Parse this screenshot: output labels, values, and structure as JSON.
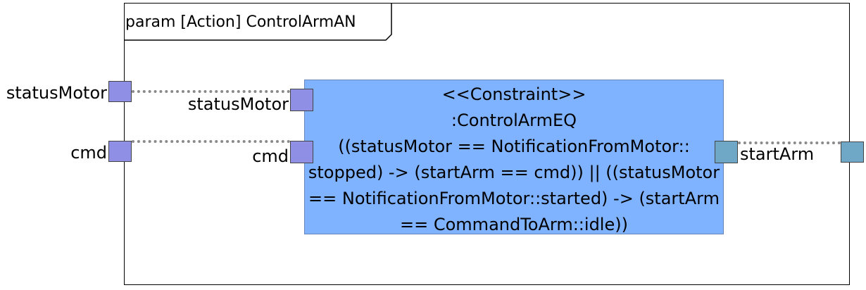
{
  "frame": {
    "title": "param [Action] ControlArmAN"
  },
  "outer_ports": {
    "status_motor": "statusMotor",
    "cmd": "cmd",
    "start_arm": ""
  },
  "block": {
    "stereotype": "<<Constraint>>",
    "name": ":ControlArmEQ",
    "expression_lines": [
      "((statusMotor == NotificationFromMotor::",
      "stopped) -> (startArm == cmd)) || ((statusMotor",
      "== NotificationFromMotor::started) -> (startArm",
      "== CommandToArm::idle))"
    ],
    "ports": {
      "status_motor": "statusMotor",
      "cmd": "cmd",
      "start_arm": "startArm"
    }
  },
  "colors": {
    "block_fill": "#80b3ff",
    "in_port": "#8f8fe6",
    "out_port": "#6fa8c7",
    "connector": "#8a8a8a"
  }
}
